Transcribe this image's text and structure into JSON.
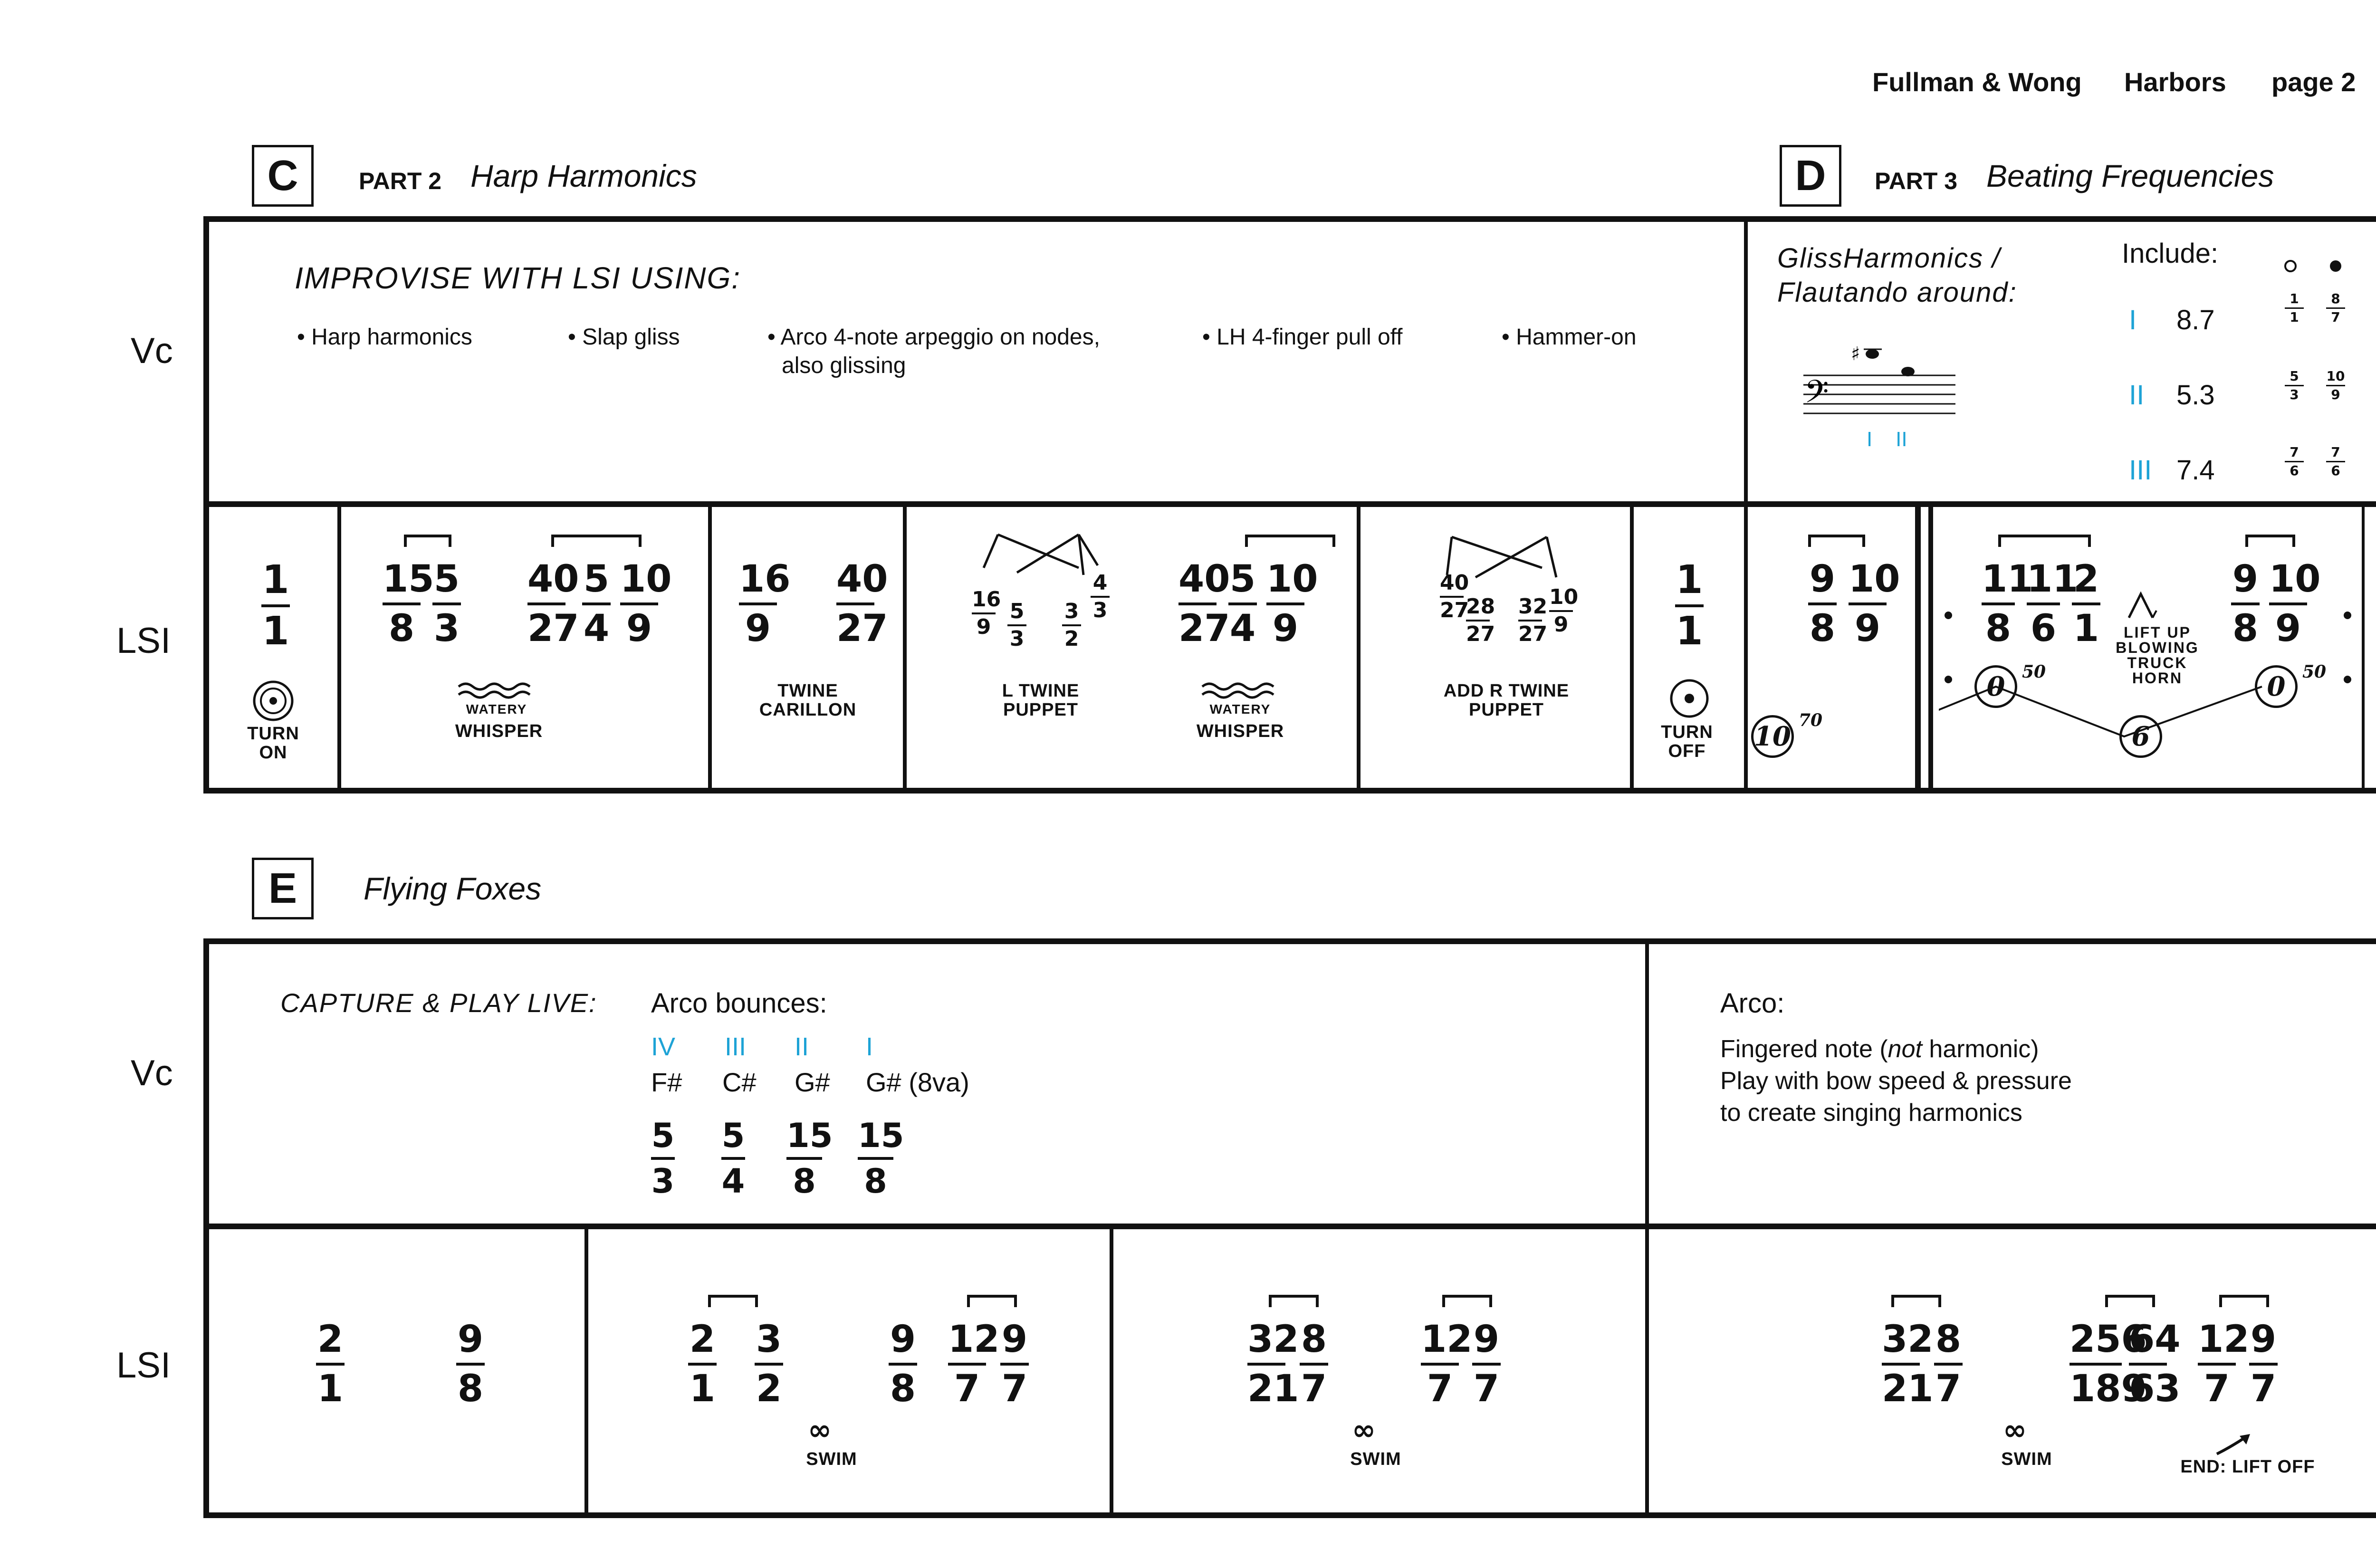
{
  "header": {
    "authors": "Fullman & Wong",
    "title": "Harbors",
    "page": "page 2"
  },
  "sectionC": {
    "letter": "C",
    "part": "PART 2",
    "title": "Harp Harmonics",
    "improvise": "IMPROVISE WITH LSI USING:",
    "bullets": [
      "• Harp harmonics",
      "• Slap gliss",
      "• Arco 4-note arpeggio on nodes,",
      "also glissing",
      "• LH 4-finger pull off",
      "• Hammer-on"
    ],
    "labels": {
      "turn_on": "TURN\nON",
      "watery": "WATERY",
      "whisper": "WHISPER",
      "twine_carillon": "TWINE\nCARILLON",
      "l_twine_puppet": "L TWINE\nPUPPET",
      "add_r_twine_puppet": "ADD R TWINE\nPUPPET",
      "turn_off": "TURN\nOFF"
    }
  },
  "sectionD": {
    "letter": "D",
    "part": "PART 3",
    "title": "Beating Frequencies",
    "gliss1": "GlissHarmonics /",
    "gliss2": "Flautando around:",
    "include": "Include:",
    "strings": [
      {
        "roman": "I",
        "value": "8.7",
        "a": [
          "1",
          "1"
        ],
        "b": [
          "8",
          "7"
        ]
      },
      {
        "roman": "II",
        "value": "5.3",
        "a": [
          "5",
          "3"
        ],
        "b": [
          "10",
          "9"
        ]
      },
      {
        "roman": "III",
        "value": "7.4",
        "a": [
          "7",
          "6"
        ],
        "b": [
          "7",
          "6"
        ]
      }
    ],
    "staff_romans": "I    II",
    "circles": [
      "10",
      "0",
      "6",
      "0"
    ],
    "supers": [
      "70",
      "50",
      "50"
    ],
    "lift": "LIFT UP\nBLOWING\nTRUCK\nHORN"
  },
  "sectionE": {
    "letter": "E",
    "title": "Flying Foxes",
    "capture": "CAPTURE & PLAY LIVE:",
    "arco_bounces": "Arco bounces:",
    "romans": [
      "IV",
      "III",
      "II",
      "I"
    ],
    "notes": [
      "F#",
      "C#",
      "G#",
      "G# (8va)"
    ],
    "fr": [
      [
        "5",
        "3"
      ],
      [
        "5",
        "4"
      ],
      [
        "15",
        "8"
      ],
      [
        "15",
        "8"
      ]
    ],
    "arco": "Arco:",
    "fingered_a": "Fingered note (",
    "fingered_not": "not",
    "fingered_b": " harmonic)",
    "play1": "Play with bow speed & pressure",
    "play2": "to create singing harmonics",
    "swim": "SWIM",
    "end": "END: LIFT OFF"
  },
  "rows": {
    "vc": "Vc",
    "lsi": "LSI"
  },
  "colors": {
    "accent": "#1ea3d6",
    "ink": "#111111"
  }
}
